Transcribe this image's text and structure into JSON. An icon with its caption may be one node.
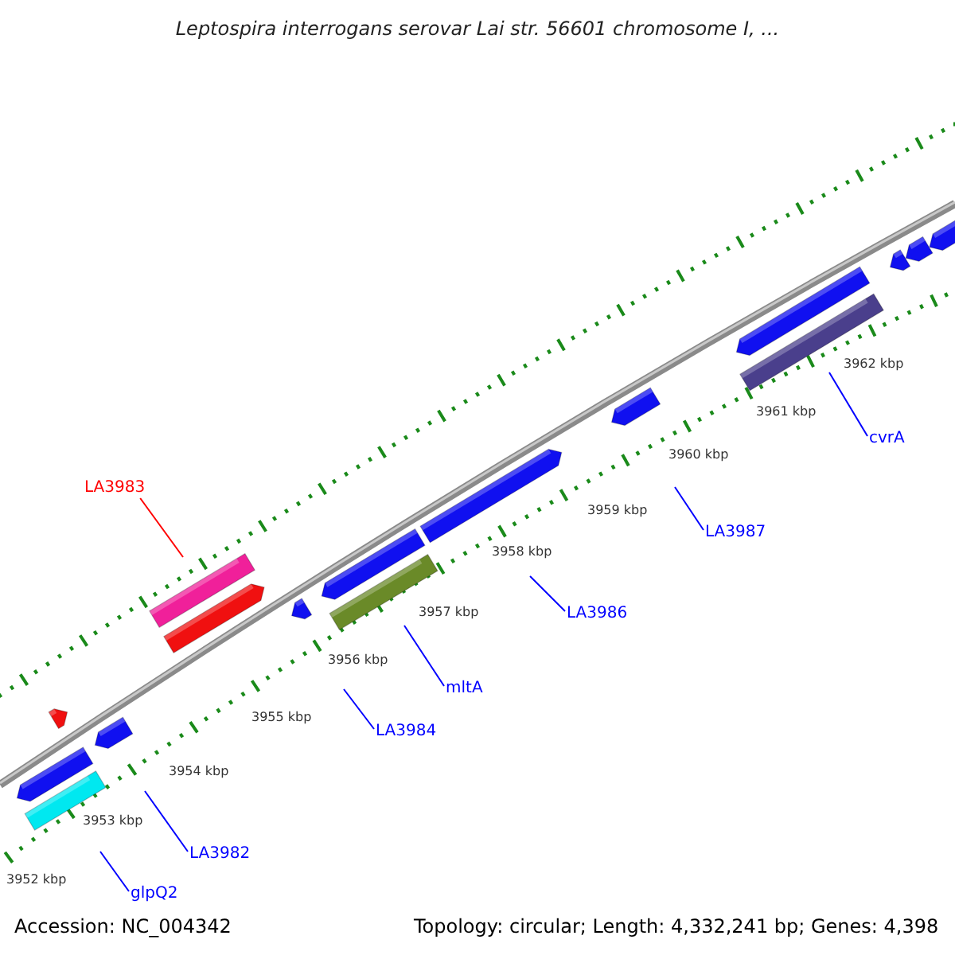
{
  "diagram": {
    "title": "Leptospira interrogans serovar Lai str. 56601 chromosome I, ...",
    "nodes": [
      {
        "text": [
          "LA3983"
        ]
      },
      {
        "text": [
          "glpQ2"
        ]
      },
      {
        "text": [
          "LA3982"
        ]
      },
      {
        "text": [
          "LA3984"
        ]
      },
      {
        "text": [
          "mltA"
        ]
      },
      {
        "text": [
          "LA3986"
        ]
      },
      {
        "text": [
          "LA3987"
        ]
      },
      {
        "text": [
          "cvrA"
        ]
      }
    ],
    "edges": [
      {
        "from": 0,
        "to": null,
        "arrow": "none",
        "color": "#ff0000"
      },
      {
        "from": 1,
        "to": null,
        "arrow": "none"
      },
      {
        "from": 2,
        "to": null,
        "arrow": "none"
      },
      {
        "from": 3,
        "to": null,
        "arrow": "none"
      },
      {
        "from": 4,
        "to": null,
        "arrow": "none"
      },
      {
        "from": 5,
        "to": null,
        "arrow": "none"
      },
      {
        "from": 6,
        "to": null,
        "arrow": "none"
      },
      {
        "from": 7,
        "to": null,
        "arrow": "none"
      }
    ],
    "labels": [
      "3962 kbp",
      "3961 kbp",
      "3960 kbp",
      "3959 kbp",
      "3958 kbp",
      "3957 kbp",
      "3956 kbp",
      "3955 kbp",
      "3954 kbp",
      "3953 kbp",
      "3952 kbp",
      "Accession: NC_004342",
      "Topology: circular; Length: 4,332,241 bp; Genes: 4,398"
    ]
  }
}
